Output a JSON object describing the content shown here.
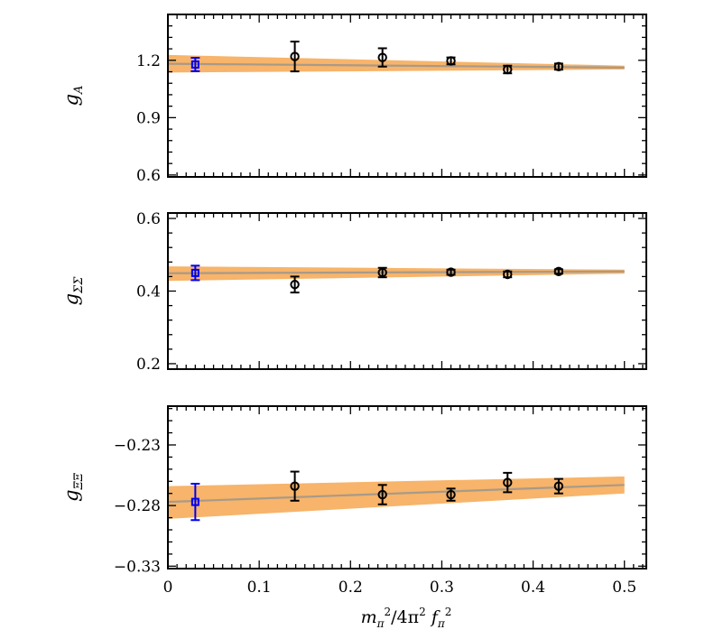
{
  "chart_data": [
    {
      "type": "scatter",
      "ylabel_main": "g",
      "ylabel_sub": "A",
      "ylim": [
        0.59,
        1.44
      ],
      "y_ticks": [
        0.6,
        0.9,
        1.2
      ],
      "y_tick_labels": [
        "0.6",
        "0.9",
        "1.2"
      ],
      "x_ticks": [
        0,
        0.1,
        0.2,
        0.3,
        0.4,
        0.5
      ],
      "lattice": {
        "x": [
          0.139,
          0.235,
          0.31,
          0.372,
          0.428
        ],
        "y": [
          1.22,
          1.215,
          1.197,
          1.152,
          1.167
        ],
        "err": [
          0.078,
          0.048,
          0.018,
          0.02,
          0.016
        ]
      },
      "physical": {
        "x": 0.03,
        "y": 1.178,
        "err": 0.035
      },
      "fit": {
        "x": [
          0,
          0.5
        ],
        "y": [
          1.182,
          1.162
        ]
      },
      "band": {
        "x": [
          0,
          0.5
        ],
        "lower": [
          1.136,
          1.152
        ],
        "upper": [
          1.228,
          1.172
        ]
      }
    },
    {
      "type": "scatter",
      "ylabel_main": "g",
      "ylabel_sub": "ΣΣ",
      "ylim": [
        0.185,
        0.615
      ],
      "y_ticks": [
        0.2,
        0.4,
        0.6
      ],
      "y_tick_labels": [
        "0.2",
        "0.4",
        "0.6"
      ],
      "x_ticks": [
        0,
        0.1,
        0.2,
        0.3,
        0.4,
        0.5
      ],
      "lattice": {
        "x": [
          0.139,
          0.235,
          0.31,
          0.372,
          0.428
        ],
        "y": [
          0.418,
          0.451,
          0.452,
          0.446,
          0.454
        ],
        "err": [
          0.022,
          0.013,
          0.007,
          0.008,
          0.006
        ]
      },
      "physical": {
        "x": 0.03,
        "y": 0.45,
        "err": 0.02
      },
      "fit": {
        "x": [
          0,
          0.5
        ],
        "y": [
          0.449,
          0.454
        ]
      },
      "band": {
        "x": [
          0,
          0.5
        ],
        "lower": [
          0.428,
          0.448
        ],
        "upper": [
          0.468,
          0.459
        ]
      }
    },
    {
      "type": "scatter",
      "ylabel_main": "g",
      "ylabel_sub": "ΞΞ",
      "ylim": [
        -0.332,
        -0.198
      ],
      "y_ticks": [
        -0.33,
        -0.28,
        -0.23
      ],
      "y_tick_labels": [
        "−0.33",
        "−0.28",
        "−0.23"
      ],
      "x_ticks": [
        0,
        0.1,
        0.2,
        0.3,
        0.4,
        0.5
      ],
      "x_tick_labels": [
        "0",
        "0.1",
        "0.2",
        "0.3",
        "0.4",
        "0.5"
      ],
      "xlabel": "mπ²/4π² fπ²",
      "lattice": {
        "x": [
          0.139,
          0.235,
          0.31,
          0.372,
          0.428
        ],
        "y": [
          -0.264,
          -0.271,
          -0.271,
          -0.261,
          -0.264
        ],
        "err": [
          0.012,
          0.008,
          0.005,
          0.008,
          0.006
        ]
      },
      "physical": {
        "x": 0.03,
        "y": -0.277,
        "err": 0.015
      },
      "fit": {
        "x": [
          0,
          0.5
        ],
        "y": [
          -0.277,
          -0.263
        ]
      },
      "band": {
        "x": [
          0,
          0.5
        ],
        "lower": [
          -0.291,
          -0.27
        ],
        "upper": [
          -0.264,
          -0.256
        ]
      }
    }
  ],
  "colors": {
    "band": "#f7b46a",
    "fit_line": "#a89a88",
    "lattice_points": "#000000",
    "physical_point": "#0000ee",
    "axes": "#000000"
  }
}
